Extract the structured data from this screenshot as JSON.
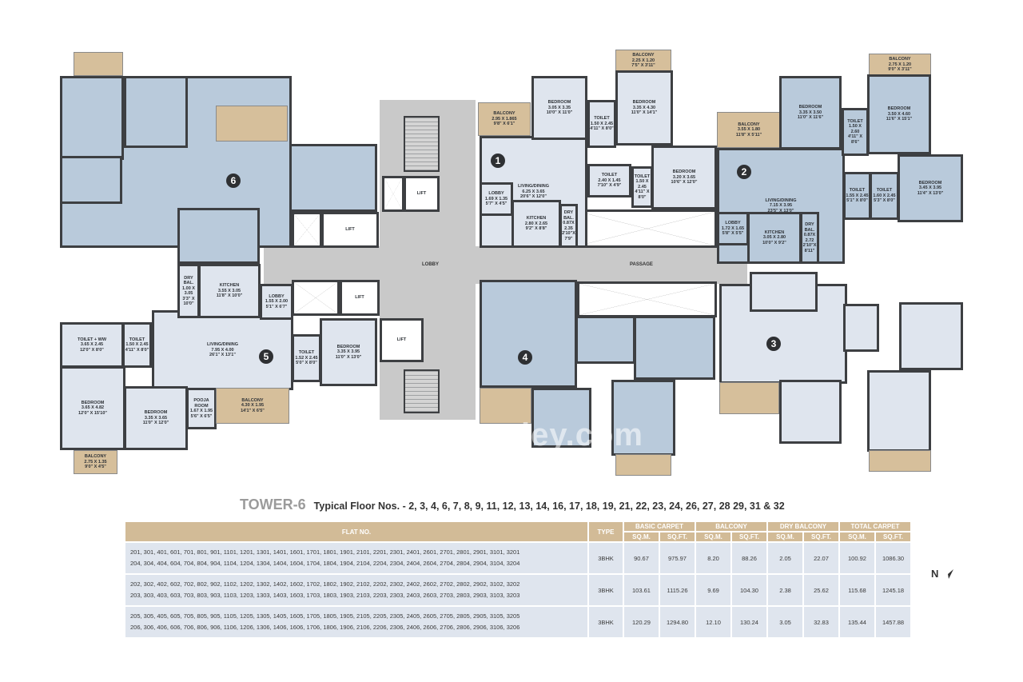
{
  "plan": {
    "core_labels": {
      "lobby": "LOBBY",
      "passage": "PASSAGE",
      "lift": "LIFT"
    },
    "unit_numbers": [
      "1",
      "2",
      "3",
      "4",
      "5",
      "6"
    ],
    "watermark": "Housiey.com",
    "rooms": {
      "u1_balcony_a": "BALCONY\n2.95 X 1.865\n9'8\" X 6'1\"",
      "u1_bedroom_a": "BEDROOM\n3.05 X 3.35\n10'0\" X 11'0\"",
      "u1_toilet_a": "TOILET\n1.50 X 2.45\n4'11\" X 8'0\"",
      "u1_balcony_b": "BALCONY\n2.25 X 1.20\n7'5\" X 3'11\"",
      "u1_bedroom_b": "BEDROOM\n3.35 X 4.30\n11'0\" X 14'1\"",
      "u1_living": "LIVING/DINING\n6.25 X 3.65\n20'6\" X 12'0\"",
      "u1_lobby": "LOBBY\n1.69 X 1.35\n5'7\" X 4'5\"",
      "u1_kitchen": "KITCHEN\n2.80 X 2.65\n9'2\" X 8'8\"",
      "u1_drybal": "DRY\nBAL.\n0.87X\n2.35\n2'10\"X\n7'9\"",
      "u1_toilet_b": "TOILET\n2.40 X 1.45\n7'10\" X 4'9\"",
      "u1_toilet_c": "TOILET\n1.50 X 2.45\n4'11\" X 8'0\"",
      "u1_bedroom_c": "BEDROOM\n3.20 X 3.65\n10'6\" X 12'0\"",
      "u2_balcony_a": "BALCONY\n3.55 X 1.80\n11'8\" X 5'11\"",
      "u2_bedroom_a": "BEDROOM\n3.35 X 3.50\n11'0\" X 11'6\"",
      "u2_toilet_a": "TOILET\n1.50 X 2.60\n4'11\" X 8'6\"",
      "u2_balcony_b": "BALCONY\n2.75 X 1.20\n9'0\" X 3'11\"",
      "u2_bedroom_b": "BEDROOM\n3.50 X 4.60\n11'6\" X 15'1\"",
      "u2_living": "LIVING/DINING\n7.15 X 3.95\n23'5\" X 13'0\"",
      "u2_lobby": "LOBBY\n1.72 X 1.65\n5'8\" X 5'5\"",
      "u2_kitchen": "KITCHEN\n3.05 X 2.80\n10'0\" X 9'2\"",
      "u2_drybal": "DRY\nBAL.\n0.87X\n2.72\n2'10\"X\n8'11\"",
      "u2_toilet_b": "TOILET\n1.55 X 2.45\n5'1\" X 8'0\"",
      "u2_toilet_c": "TOILET\n1.60 X 2.45\n5'3\" X 8'0\"",
      "u2_bedroom_c": "BEDROOM\n3.45 X 3.95\n11'4\" X 13'0\"",
      "u5_drybal": "DRY\nBAL.\n1.00 X\n3.05\n3'3\" X\n10'0\"",
      "u5_kitchen": "KITCHEN\n3.55 X 3.05\n11'8\" X 10'0\"",
      "u5_lobby": "LOBBY\n1.55 X 2.00\n5'1\" X 6'7\"",
      "u5_toilet_ww": "TOILET + WW\n3.65 X 2.45\n12'0\" X 8'0\"",
      "u5_toilet_a": "TOILET\n1.50 X 2.45\n4'11\" X 8'0\"",
      "u5_living": "LIVING/DINING\n7.95 X 4.00\n26'1\" X 13'1\"",
      "u5_toilet_b": "TOILET\n1.52 X 2.45\n5'0\" X 8'0\"",
      "u5_bedroom_a": "BEDROOM\n3.35 X 3.95\n11'0\" X 13'0\"",
      "u5_bedroom_b": "BEDROOM\n3.65 X 4.82\n12'0\" X 15'10\"",
      "u5_bedroom_c": "BEDROOM\n3.35 X 3.65\n11'0\" X 12'0\"",
      "u5_pooja": "POOJA\nROOM\n1.67 X 1.95\n5'6\" X 6'5\"",
      "u5_balcony_a": "BALCONY\n4.30 X 1.95\n14'1\" X 6'5\"",
      "u5_balcony_b": "BALCONY\n2.75 X 1.35\n9'0\" X 4'5\""
    }
  },
  "title": {
    "tower": "TOWER-6",
    "floors": "Typical Floor Nos. - 2, 3, 4, 6, 7, 8, 9, 11, 12, 13, 14, 16, 17, 18, 19, 21, 22, 23, 24, 26, 27, 28 29, 31 & 32"
  },
  "table": {
    "headers": {
      "flat_no": "FLAT NO.",
      "type": "TYPE",
      "basic_carpet": "BASIC CARPET",
      "balcony": "BALCONY",
      "dry_balcony": "DRY BALCONY",
      "total_carpet": "TOTAL CARPET",
      "sqm": "SQ.M.",
      "sqft": "SQ.FT."
    },
    "rows": [
      {
        "flats_1": "201, 301, 401, 601, 701, 801, 901, 1101, 1201, 1301, 1401, 1601, 1701, 1801, 1901, 2101, 2201, 2301, 2401, 2601, 2701, 2801, 2901, 3101, 3201",
        "flats_2": "204, 304, 404,  604, 704, 804, 904, 1104, 1204, 1304, 1404, 1604, 1704, 1804, 1904, 2104, 2204, 2304, 2404, 2604, 2704, 2804, 2904, 3104, 3204",
        "type": "3BHK",
        "basic_sqm": "90.67",
        "basic_sqft": "975.97",
        "bal_sqm": "8.20",
        "bal_sqft": "88.26",
        "dry_sqm": "2.05",
        "dry_sqft": "22.07",
        "total_sqm": "100.92",
        "total_sqft": "1086.30"
      },
      {
        "flats_1": "202, 302, 402, 602, 702, 802, 902, 1102, 1202, 1302, 1402, 1602, 1702, 1802, 1902, 2102, 2202, 2302, 2402, 2602, 2702, 2802, 2902, 3102, 3202",
        "flats_2": "203, 303, 403, 603, 703, 803, 903, 1103, 1203, 1303, 1403, 1603, 1703, 1803, 1903, 2103, 2203, 2303, 2403, 2603, 2703, 2803, 2903, 3103, 3203",
        "type": "3BHK",
        "basic_sqm": "103.61",
        "basic_sqft": "1115.26",
        "bal_sqm": "9.69",
        "bal_sqft": "104.30",
        "dry_sqm": "2.38",
        "dry_sqft": "25.62",
        "total_sqm": "115.68",
        "total_sqft": "1245.18"
      },
      {
        "flats_1": "205, 305, 405,  605, 705, 805, 905, 1105, 1205, 1305, 1405, 1605, 1705, 1805, 1905, 2105, 2205, 2305, 2405, 2605, 2705, 2805, 2905, 3105, 3205",
        "flats_2": "206, 306, 406, 606, 706, 806, 906, 1106, 1206, 1306, 1406,  1606, 1706, 1806, 1906, 2106, 2206, 2306, 2406, 2606, 2706, 2806, 2906, 3106, 3206",
        "type": "3BHK",
        "basic_sqm": "120.29",
        "basic_sqft": "1294.80",
        "bal_sqm": "12.10",
        "bal_sqft": "130.24",
        "dry_sqm": "3.05",
        "dry_sqft": "32.83",
        "total_sqm": "135.44",
        "total_sqft": "1457.88"
      }
    ]
  },
  "compass": {
    "label": "N",
    "icon": "north-arrow-icon"
  },
  "colors": {
    "balcony": "#d6bf9b",
    "unit_light": "#dfe5ee",
    "unit_blue": "#b9cadb",
    "core": "#c9c9c9",
    "header": "#d2bb97",
    "wall": "#3d3f42"
  }
}
